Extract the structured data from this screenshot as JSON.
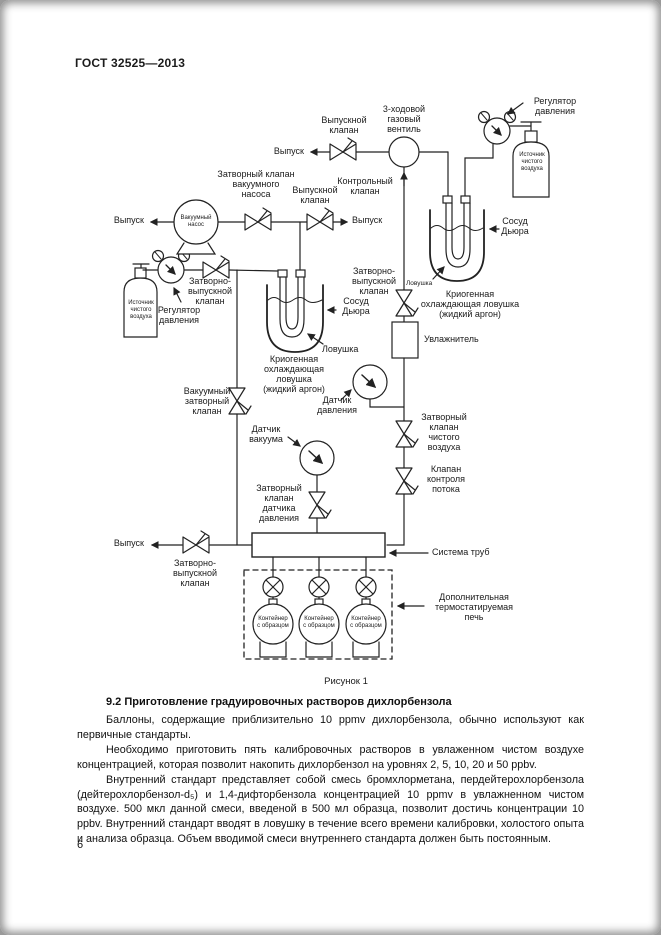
{
  "page": {
    "header_title": "ГОСТ 32525—2013",
    "page_number": "6",
    "figure": {
      "caption": "Рисунок 1"
    },
    "section": {
      "heading": "9.2 Приготовление градуировочных растворов дихлорбензола",
      "paragraphs": [
        "Баллоны, содержащие приблизительно 10 ppmv дихлорбензола, обычно используют как первичные стандарты.",
        "Необходимо приготовить пять калибровочных растворов в увлаженном чистом воздухе концентрацией, которая позволит накопить дихлорбензол на уровнях 2, 5, 10, 20 и 50 ppbv.",
        "Внутренний стандарт представляет собой смесь бромхлорметана, пердейтерохлорбензола (дейтерохлорбензол-d₅) и 1,4-дифторбензола концентрацией 10 ppmv в увлажненном чистом воздухе. 500 мкл данной смеси, введеной в 500 мл образца, позволит достичь концентрации 10 ppbv. Внутренний стандарт вводят в ловушку в течение всего времени калибровки, холостого опыта и анализа образца. Объем вводимой смеси внутреннего стандарта должен быть постоянным."
      ]
    }
  },
  "diagram": {
    "labels": {
      "pressure_regulator_top": "Регулятор\nдавления",
      "clean_air_source_top": "Источник\nчистого\nвоздуха",
      "three_way_valve": "3-ходовой\nгазовый\nвентиль",
      "outlet_valve_top": "Выпускной\nклапан",
      "outlet_top": "Выпуск",
      "vacuum_pump_gate_valve": "Затворный клапан\nвакуумного\nнасоса",
      "control_valve": "Контрольный\nклапан",
      "outlet_valve_mid": "Выпускной\nклапан",
      "outlet_left": "Выпуск",
      "vacuum_pump": "Вакуумный\nнасос",
      "outlet_mid": "Выпуск",
      "dewar_right": "Сосуд\nДьюра",
      "gate_outlet_valve_right": "Затворно-\nвыпускной\nклапан",
      "trap_right": "Ловушка",
      "cryo_trap_right": "Криогенная\nохлаждающая ловушка\n(жидкий аргон)",
      "humidifier": "Увлажнитель",
      "clean_air_source_left": "Источник\nчистого\nвоздуха",
      "pressure_regulator_left": "Регулятор\nдавления",
      "gate_outlet_valve_left": "Затворно-\nвыпускной\nклапан",
      "dewar_center": "Сосуд\nДьюра",
      "trap_center": "Ловушка",
      "cryo_trap_center": "Криогенная\nохлаждающая\nловушка\n(жидкий аргон)",
      "pressure_sensor": "Датчик\nдавления",
      "vacuum_gate_valve": "Вакуумный\nзатворный\nклапан",
      "vacuum_sensor": "Датчик\nвакуума",
      "pressure_sensor_gate_valve": "Затворный\nклапан\nдатчика\nдавления",
      "clean_air_gate_valve": "Затворный\nклапан\nчистого\nвоздуха",
      "flow_control_valve": "Клапан\nконтроля\nпотока",
      "outlet_bottom": "Выпуск",
      "gate_outlet_valve_bottom": "Затворно-\nвыпускной\nклапан",
      "tube_system": "Система труб",
      "thermostatted_oven": "Дополнительная\nтермостатируемая\nпечь",
      "sample_container": "Контейнер\nс образцом"
    }
  }
}
